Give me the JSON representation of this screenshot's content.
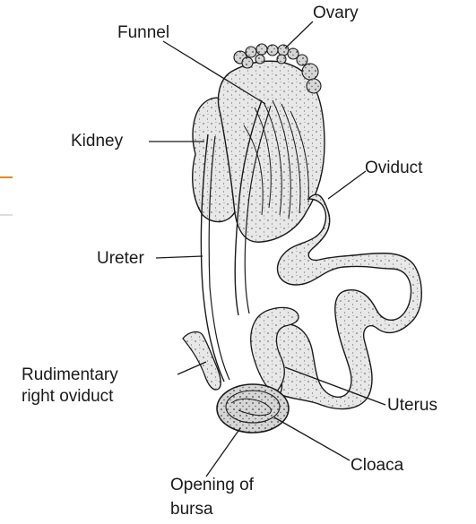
{
  "labels": {
    "ovary": "Ovary",
    "funnel": "Funnel",
    "kidney": "Kidney",
    "oviduct": "Oviduct",
    "ureter": "Ureter",
    "rudimentary_line1": "Rudimentary",
    "rudimentary_line2": "right oviduct",
    "uterus": "Uterus",
    "cloaca": "Cloaca",
    "opening_line1": "Opening of",
    "opening_line2": "bursa"
  },
  "colors": {
    "ink": "#1a1a1a",
    "tissue": "#e6e6e6",
    "tissue_dark": "#cfcfcf",
    "accent_line": "#e8891a"
  }
}
